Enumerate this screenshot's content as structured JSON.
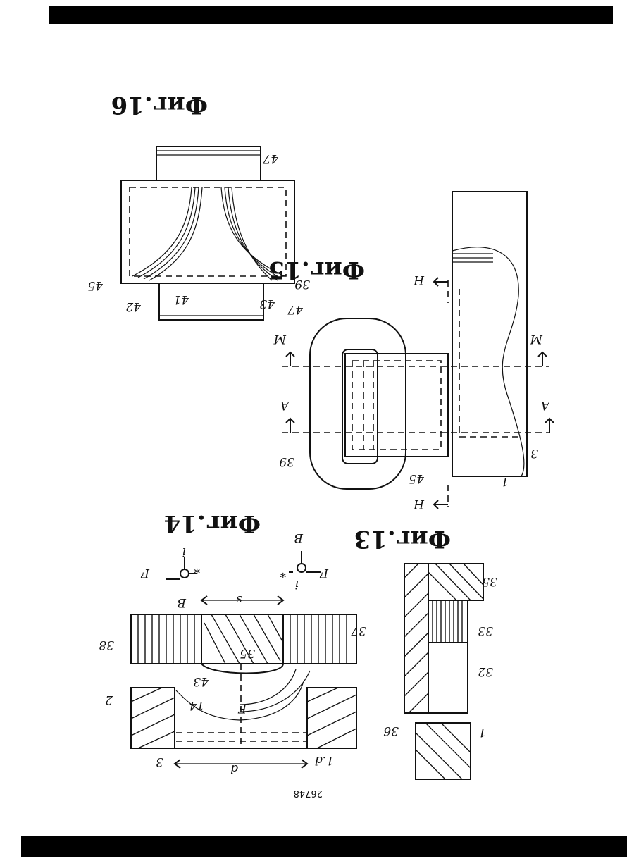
{
  "sheet": {
    "page_number": "26748",
    "figure_titles": [
      "Фиг.13",
      "Фиг.14",
      "Фиг.15",
      "Фиг.16"
    ],
    "fig13": {
      "labels": [
        "35",
        "33",
        "32",
        "36",
        "1"
      ]
    },
    "fig14": {
      "labels": [
        "37",
        "38",
        "35",
        "43",
        "14",
        "F",
        "2",
        "1.d",
        "3",
        "d",
        "s",
        "B",
        "B",
        "F",
        "F",
        "i",
        "i",
        "*",
        "*"
      ]
    },
    "fig15": {
      "labels": [
        "47",
        "39",
        "45",
        "1",
        "3",
        "M",
        "M",
        "A",
        "A",
        "H",
        "H"
      ]
    },
    "fig16": {
      "labels": [
        "47",
        "45",
        "41",
        "42",
        "43",
        "39"
      ]
    }
  }
}
